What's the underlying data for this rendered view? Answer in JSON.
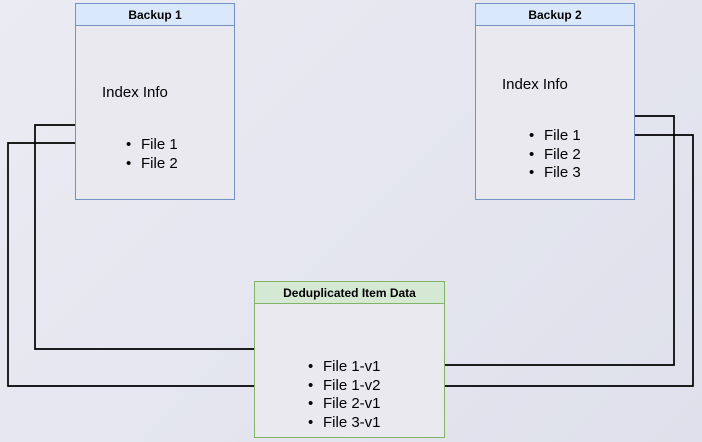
{
  "diagram": {
    "nodes": {
      "backup1": {
        "title": "Backup 1",
        "index_label": "Index Info",
        "files": [
          "File 1",
          "File 2"
        ]
      },
      "backup2": {
        "title": "Backup 2",
        "index_label": "Index Info",
        "files": [
          "File 1",
          "File 2",
          "File 3"
        ]
      },
      "dedup": {
        "title": "Deduplicated Item Data",
        "items": [
          "File 1-v1",
          "File 1-v2",
          "File 2-v1",
          "File 3-v1"
        ]
      }
    },
    "connections": [
      {
        "from": "Backup 1 / File 1",
        "to": "File 1-v1"
      },
      {
        "from": "Backup 1 / File 2",
        "to": "File 2-v1"
      },
      {
        "from": "Backup 2 / File 1",
        "to": "File 1-v2"
      },
      {
        "from": "Backup 2 / File 2",
        "to": "File 2-v1"
      }
    ],
    "colors": {
      "blue_border": "#7491c6",
      "blue_header_fill": "#dae8fc",
      "green_border": "#82b366",
      "green_header_fill": "#d5e8d4",
      "node_fill": "#e9e9ef",
      "background": "#e4e5ef",
      "line": "#000000"
    }
  }
}
